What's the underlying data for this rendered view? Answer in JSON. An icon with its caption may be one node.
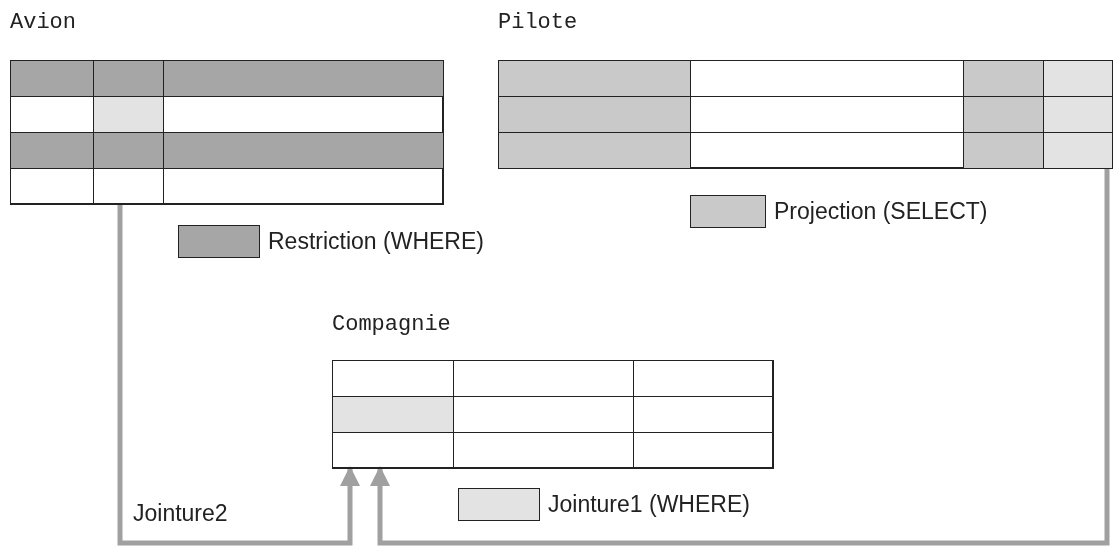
{
  "diagram": {
    "nodes": [
      {
        "text": [
          "Avion"
        ]
      },
      {
        "text": [
          "Pilote"
        ]
      },
      {
        "text": [
          "Compagnie"
        ]
      }
    ],
    "edges": [
      {
        "from": 0,
        "to": 2,
        "arrow": "to",
        "label": "Jointure2"
      },
      {
        "from": 1,
        "to": 2,
        "arrow": "to"
      }
    ],
    "legend": [
      {
        "text": "Restriction (WHERE)",
        "color": "#a6a6a6"
      },
      {
        "text": "Projection (SELECT)",
        "color": "#c9c9c9"
      },
      {
        "text": "Jointure1 (WHERE)",
        "color": "#e3e3e3"
      }
    ]
  }
}
